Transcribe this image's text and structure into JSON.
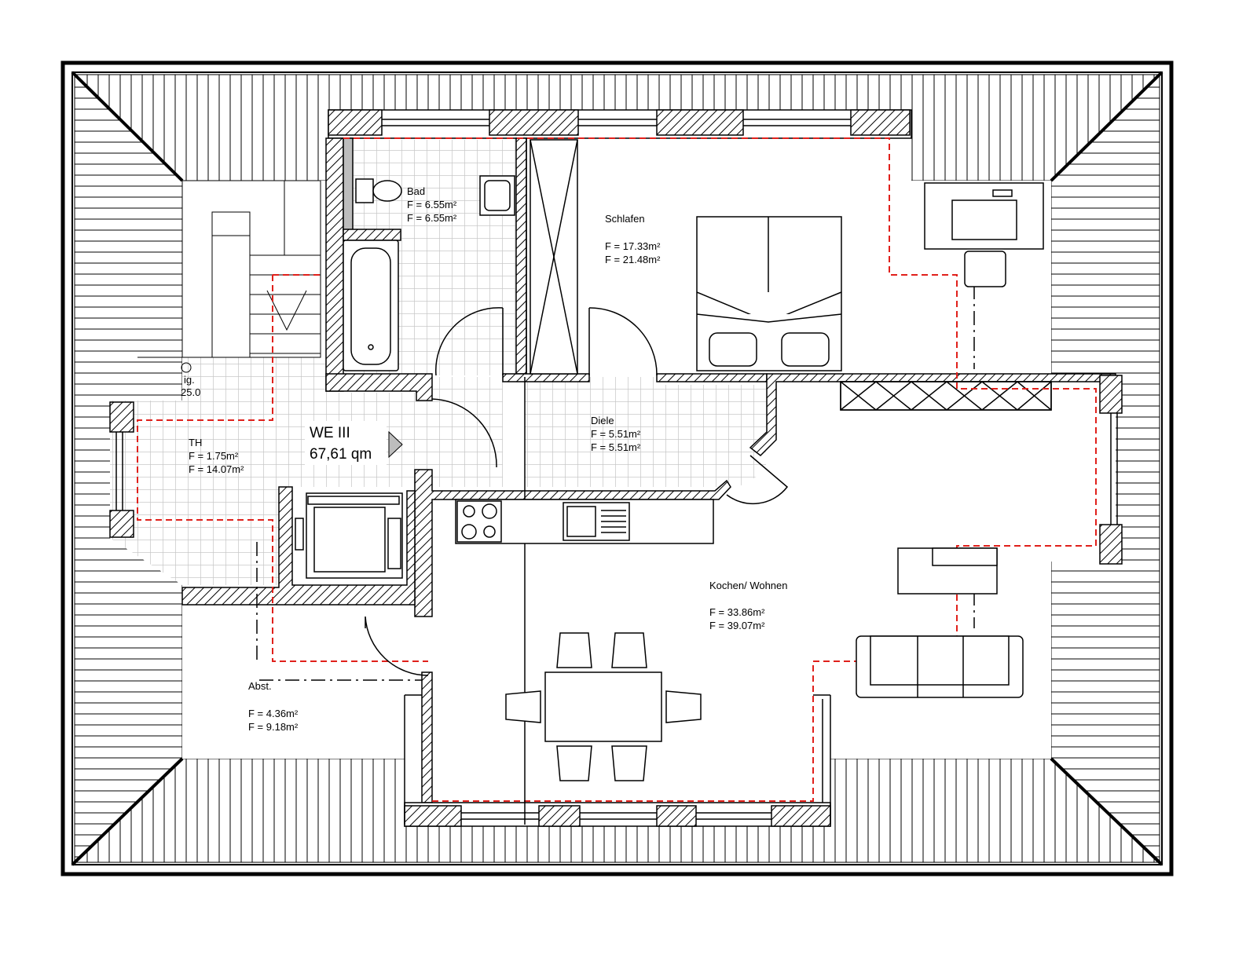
{
  "unit": {
    "name": "WE III",
    "area": "67,61 qm"
  },
  "stair": {
    "label_a": "ig.",
    "label_b": "25.0"
  },
  "rooms": {
    "bad": {
      "name": "Bad",
      "area1": "F = 6.55m²",
      "area2": "F = 6.55m²"
    },
    "schlafen": {
      "name": "Schlafen",
      "area1": "F = 17.33m²",
      "area2": "F = 21.48m²"
    },
    "diele": {
      "name": "Diele",
      "area1": "F = 5.51m²",
      "area2": "F = 5.51m²"
    },
    "th": {
      "name": "TH",
      "area1": "F = 1.75m²",
      "area2": "F = 14.07m²"
    },
    "kochen": {
      "name": "Kochen/ Wohnen",
      "area1": "F = 33.86m²",
      "area2": "F = 39.07m²"
    },
    "abst": {
      "name": "Abst.",
      "area1": "F = 4.36m²",
      "area2": "F = 9.18m²"
    }
  },
  "colors": {
    "line": "#000000",
    "dashed": "#e0201b",
    "tile": "#c8c8c8",
    "wall_fill": "#ffffff"
  }
}
